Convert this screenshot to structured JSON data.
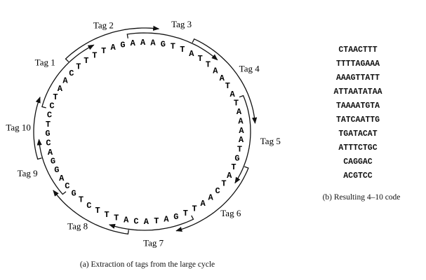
{
  "cycle": {
    "sequence": "CTAACTTTTAGAAAGTTATTAATATAAAATGTATCAATTGATACATTTCTGCAGGACGTC",
    "tags": [
      {
        "label": "Tag 1",
        "start": 0,
        "length": 8
      },
      {
        "label": "Tag 2",
        "start": 5,
        "length": 9
      },
      {
        "label": "Tag 3",
        "start": 11,
        "length": 9
      },
      {
        "label": "Tag 4",
        "start": 17,
        "length": 10
      },
      {
        "label": "Tag 5",
        "start": 24,
        "length": 9
      },
      {
        "label": "Tag 6",
        "start": 31,
        "length": 9
      },
      {
        "label": "Tag 7",
        "start": 38,
        "length": 8
      },
      {
        "label": "Tag 8",
        "start": 44,
        "length": 8
      },
      {
        "label": "Tag 9",
        "start": 51,
        "length": 6
      },
      {
        "label": "Tag 10",
        "start": 55,
        "length": 6
      }
    ]
  },
  "caption_a": "(a) Extraction of tags from the large cycle",
  "codes": [
    "CTAACTTT",
    "TTTTAGAAA",
    "AAAGTTATT",
    "ATTAATATAA",
    "TAAAATGTA",
    "TATCAATTG",
    "TGATACAT",
    "ATTTCTGC",
    "CAGGAC",
    "ACGTCC"
  ],
  "caption_b": "(b) Resulting 4–10 code"
}
